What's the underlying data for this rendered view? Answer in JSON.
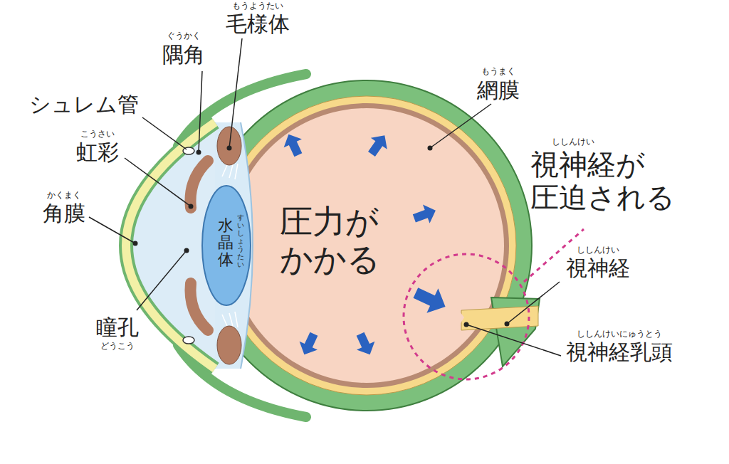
{
  "diagram": {
    "labels": [
      "ぐうかく",
      "隅角",
      "もうようたい",
      "毛様体",
      "シュレム管",
      "もうまく",
      "網膜",
      "こうさい",
      "虹彩",
      "ししんけい",
      "視神経が 圧迫される",
      "かくまく",
      "角膜",
      "すいしょうたい",
      "水晶体",
      "圧力が かかる",
      "ししんけい",
      "視神経",
      "ししんけいにゅうとう",
      "視神経乳頭",
      "瞳孔",
      "どうこう"
    ]
  }
}
